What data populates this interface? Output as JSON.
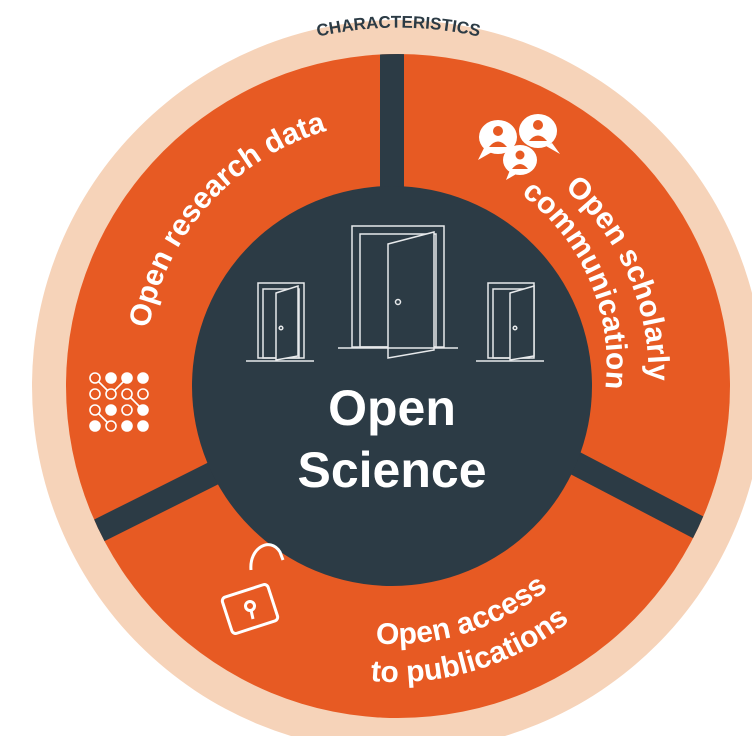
{
  "ring_label": "CHARACTERISTICS",
  "segments": [
    {
      "lines": [
        "Open research data"
      ],
      "icon": "data-network-icon"
    },
    {
      "lines": [
        "Open scholarly",
        "communication"
      ],
      "icon": "people-chat-icon"
    },
    {
      "lines": [
        "Open access",
        "to publications"
      ],
      "icon": "open-lock-icon"
    }
  ],
  "center": {
    "line1": "Open",
    "line2": "Science",
    "icon": "doors-icon"
  },
  "colors": {
    "outer_ring": "#F6D3B9",
    "segment": "#E75A23",
    "divider": "#2C3B45",
    "center": "#2C3B45",
    "text_light": "#FFFFFF",
    "text_dark": "#2C3B45",
    "icon_stroke": "#E7E9EB"
  }
}
